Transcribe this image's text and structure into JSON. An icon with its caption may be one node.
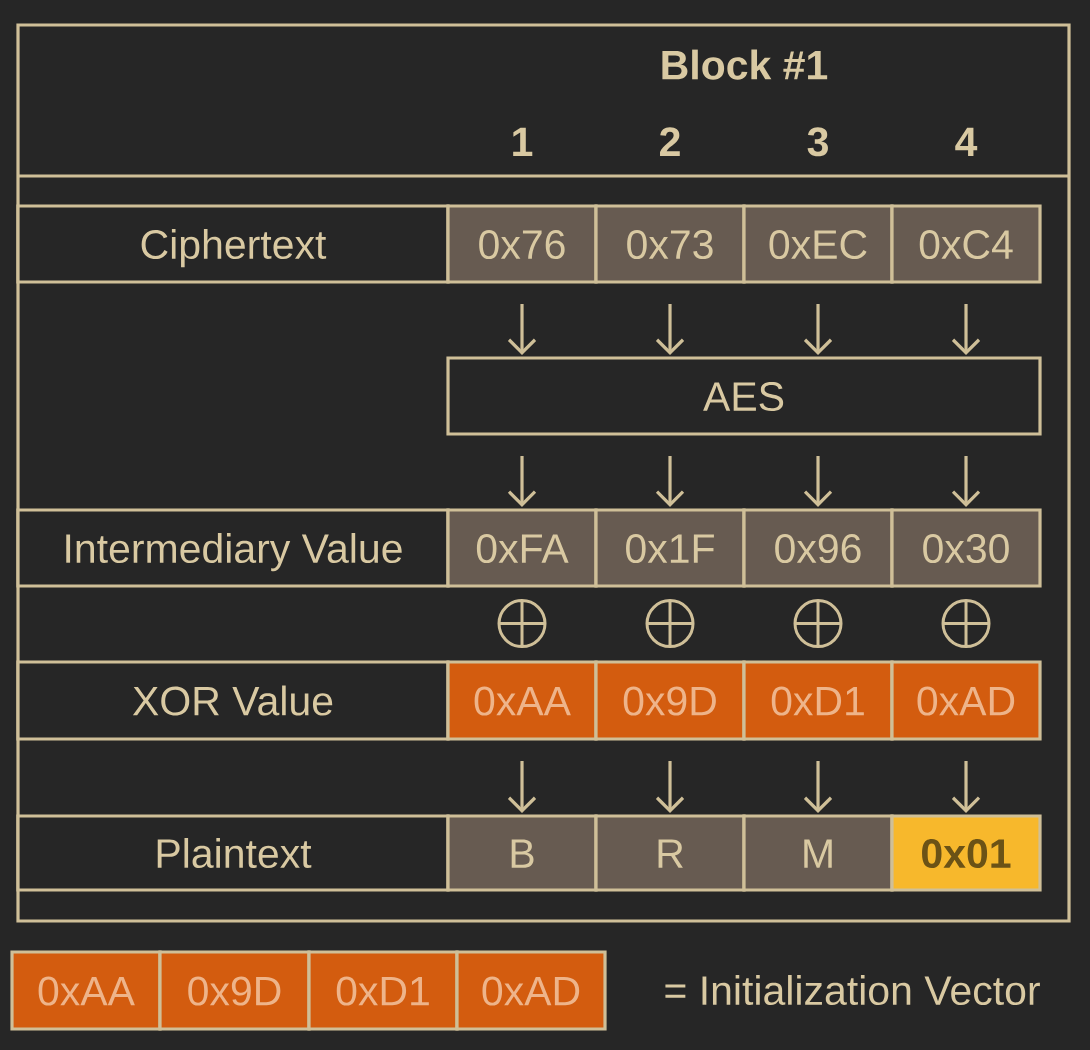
{
  "diagram": {
    "nodes": [
      {
        "text": [
          "Block #1"
        ]
      },
      {
        "text": [
          "Ciphertext"
        ],
        "in": 0
      },
      {
        "text": [
          "0x76"
        ],
        "in": 0
      },
      {
        "text": [
          "0x73"
        ],
        "in": 0
      },
      {
        "text": [
          "0xEC"
        ],
        "in": 0
      },
      {
        "text": [
          "0xC4"
        ],
        "in": 0
      },
      {
        "text": [
          "AES"
        ],
        "in": 0
      },
      {
        "text": [
          "Intermediary Value"
        ],
        "in": 0
      },
      {
        "text": [
          "0xFA"
        ],
        "in": 0
      },
      {
        "text": [
          "0x1F"
        ],
        "in": 0
      },
      {
        "text": [
          "0x96"
        ],
        "in": 0
      },
      {
        "text": [
          "0x30"
        ],
        "in": 0
      },
      {
        "text": [
          "XOR Value"
        ],
        "in": 0
      },
      {
        "text": [
          "0xAA"
        ],
        "in": 0
      },
      {
        "text": [
          "0x9D"
        ],
        "in": 0
      },
      {
        "text": [
          "0xD1"
        ],
        "in": 0
      },
      {
        "text": [
          "0xAD"
        ],
        "in": 0
      },
      {
        "text": [
          "Plaintext"
        ],
        "in": 0
      },
      {
        "text": [
          "B"
        ],
        "in": 0
      },
      {
        "text": [
          "R"
        ],
        "in": 0
      },
      {
        "text": [
          "M"
        ],
        "in": 0
      },
      {
        "text": [
          "0x01"
        ],
        "in": 0
      },
      {
        "text": [
          "0xAA"
        ]
      },
      {
        "text": [
          "0x9D"
        ]
      },
      {
        "text": [
          "0xD1"
        ]
      },
      {
        "text": [
          "0xAD"
        ]
      }
    ],
    "edges": [
      {
        "from": 2,
        "to": 6,
        "arrow": "to"
      },
      {
        "from": 3,
        "to": 6,
        "arrow": "to"
      },
      {
        "from": 4,
        "to": 6,
        "arrow": "to"
      },
      {
        "from": 5,
        "to": 6,
        "arrow": "to"
      },
      {
        "from": 6,
        "to": 8,
        "arrow": "to"
      },
      {
        "from": 6,
        "to": 9,
        "arrow": "to"
      },
      {
        "from": 6,
        "to": 10,
        "arrow": "to"
      },
      {
        "from": 6,
        "to": 11,
        "arrow": "to"
      },
      {
        "from": 13,
        "to": 18,
        "arrow": "to"
      },
      {
        "from": 14,
        "to": 19,
        "arrow": "to"
      },
      {
        "from": 15,
        "to": 20,
        "arrow": "to"
      },
      {
        "from": 16,
        "to": 21,
        "arrow": "to"
      }
    ],
    "labels": [
      "1",
      "2",
      "3",
      "4",
      "= Initialization Vector"
    ]
  }
}
